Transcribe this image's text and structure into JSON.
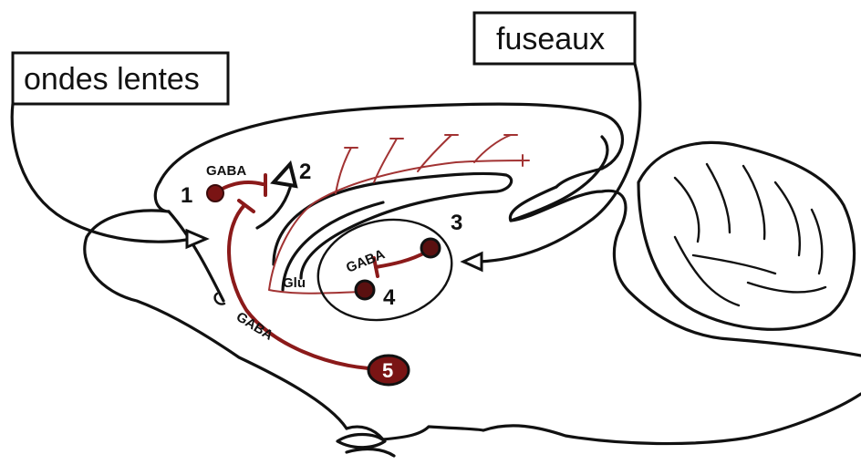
{
  "labels": {
    "slow_waves": "ondes lentes",
    "spindles": "fuseaux"
  },
  "nodes": {
    "n1": "1",
    "n2": "2",
    "n3": "3",
    "n4": "4",
    "n5": "5"
  },
  "neurotransmitters": {
    "gaba_1_2": "GABA",
    "gaba_3_4": "GABA",
    "glu": "Glu",
    "gaba_5": "GABA"
  },
  "colors": {
    "outline": "#111111",
    "pathway_red": "#8b1a1a",
    "nucleus_fill": "#7a1414",
    "background": "#ffffff"
  }
}
